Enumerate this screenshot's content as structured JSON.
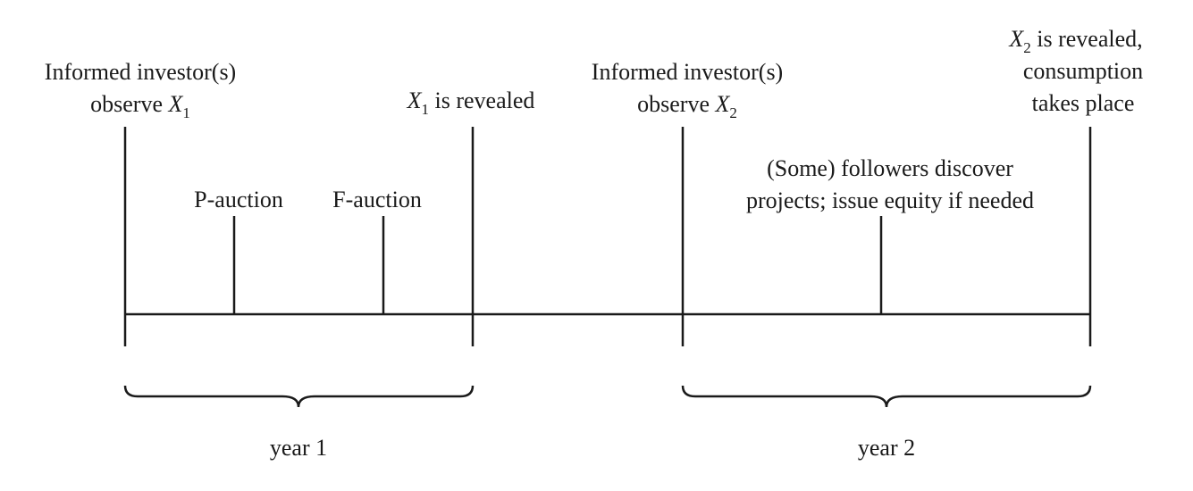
{
  "events": {
    "e1": {
      "line1": "Informed investor(s)",
      "line2_text": "observe ",
      "var": "X",
      "sub": "1"
    },
    "e2": {
      "var": "X",
      "sub": "1",
      "text": " is revealed"
    },
    "e3": {
      "line1": "Informed investor(s)",
      "line2_text": "observe ",
      "var": "X",
      "sub": "2"
    },
    "e4": {
      "var": "X",
      "sub": "2",
      "line1_text": " is revealed,",
      "line2": "consumption",
      "line3": "takes place"
    }
  },
  "sub_events": {
    "p_auction": "P-auction",
    "f_auction": "F-auction",
    "followers_line1": "(Some) followers discover",
    "followers_line2": "projects; issue equity if needed"
  },
  "periods": {
    "year1": "year 1",
    "year2": "year 2"
  }
}
